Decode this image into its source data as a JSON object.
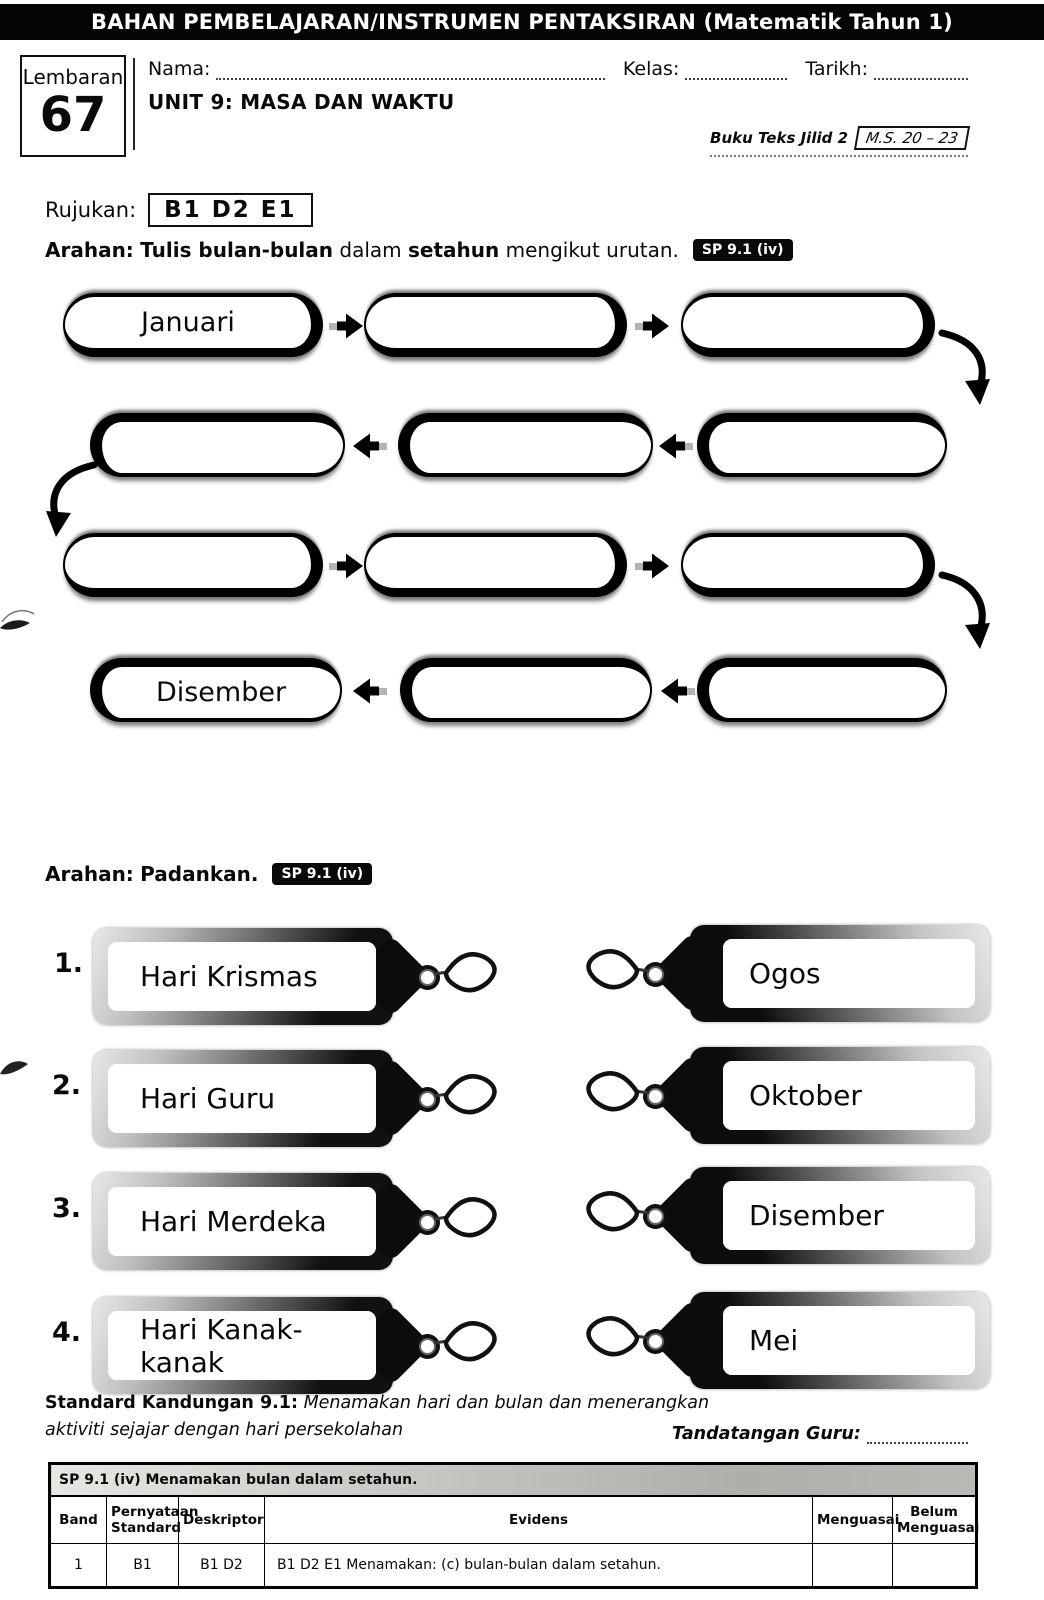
{
  "banner": {
    "title": "BAHAN PEMBELAJARAN/INSTRUMEN PENTAKSIRAN (Matematik Tahun 1)"
  },
  "header": {
    "sheet_label": "Lembaran",
    "sheet_number": "67",
    "name_label": "Nama:",
    "class_label": "Kelas:",
    "date_label": "Tarikh:",
    "unit_title": "UNIT 9: MASA DAN WAKTU",
    "book_ref": "Buku Teks Jilid 2",
    "page_ref": "M.S. 20 – 23"
  },
  "reference": {
    "label": "Rujukan:",
    "code": "B1 D2 E1"
  },
  "instruction_sequence": {
    "label": "Arahan:",
    "bold1": "Tulis bulan-bulan",
    "mid": "dalam",
    "bold2": "setahun",
    "tail": "mengikut urutan.",
    "badge": "SP 9.1 (iv)"
  },
  "sequence": {
    "rows": [
      {
        "direction": "right",
        "cells": [
          "Januari",
          "",
          ""
        ]
      },
      {
        "direction": "left",
        "cells": [
          "",
          "",
          ""
        ]
      },
      {
        "direction": "right",
        "cells": [
          "",
          "",
          ""
        ]
      },
      {
        "direction": "left",
        "cells": [
          "Disember",
          "",
          ""
        ]
      }
    ]
  },
  "instruction_match": {
    "label": "Arahan:",
    "text": "Padankan.",
    "badge": "SP 9.1 (iv)"
  },
  "matching": {
    "left": [
      {
        "num": "1.",
        "label": "Hari Krismas"
      },
      {
        "num": "2.",
        "label": "Hari Guru"
      },
      {
        "num": "3.",
        "label": "Hari Merdeka"
      },
      {
        "num": "4.",
        "label": "Hari Kanak-kanak"
      }
    ],
    "right": [
      {
        "label": "Ogos"
      },
      {
        "label": "Oktober"
      },
      {
        "label": "Disember"
      },
      {
        "label": "Mei"
      }
    ]
  },
  "footer": {
    "standard_label": "Standard Kandungan 9.1:",
    "standard_text1": "Menamakan hari dan bulan dan menerangkan",
    "standard_text2": "aktiviti sejajar dengan hari persekolahan",
    "signature_label": "Tandatangan Guru:"
  },
  "table": {
    "caption": "SP 9.1 (iv) Menamakan bulan dalam setahun.",
    "headers": [
      "Band",
      "Pernyataan Standard",
      "Deskriptor",
      "Evidens",
      "Menguasai",
      "Belum Menguasai"
    ],
    "row": {
      "band": "1",
      "pernyataan": "B1",
      "deskriptor": "B1 D2",
      "evidens": "B1 D2 E1 Menamakan: (c) bulan-bulan dalam setahun.",
      "menguasai": "",
      "belum_menguasai": ""
    }
  }
}
